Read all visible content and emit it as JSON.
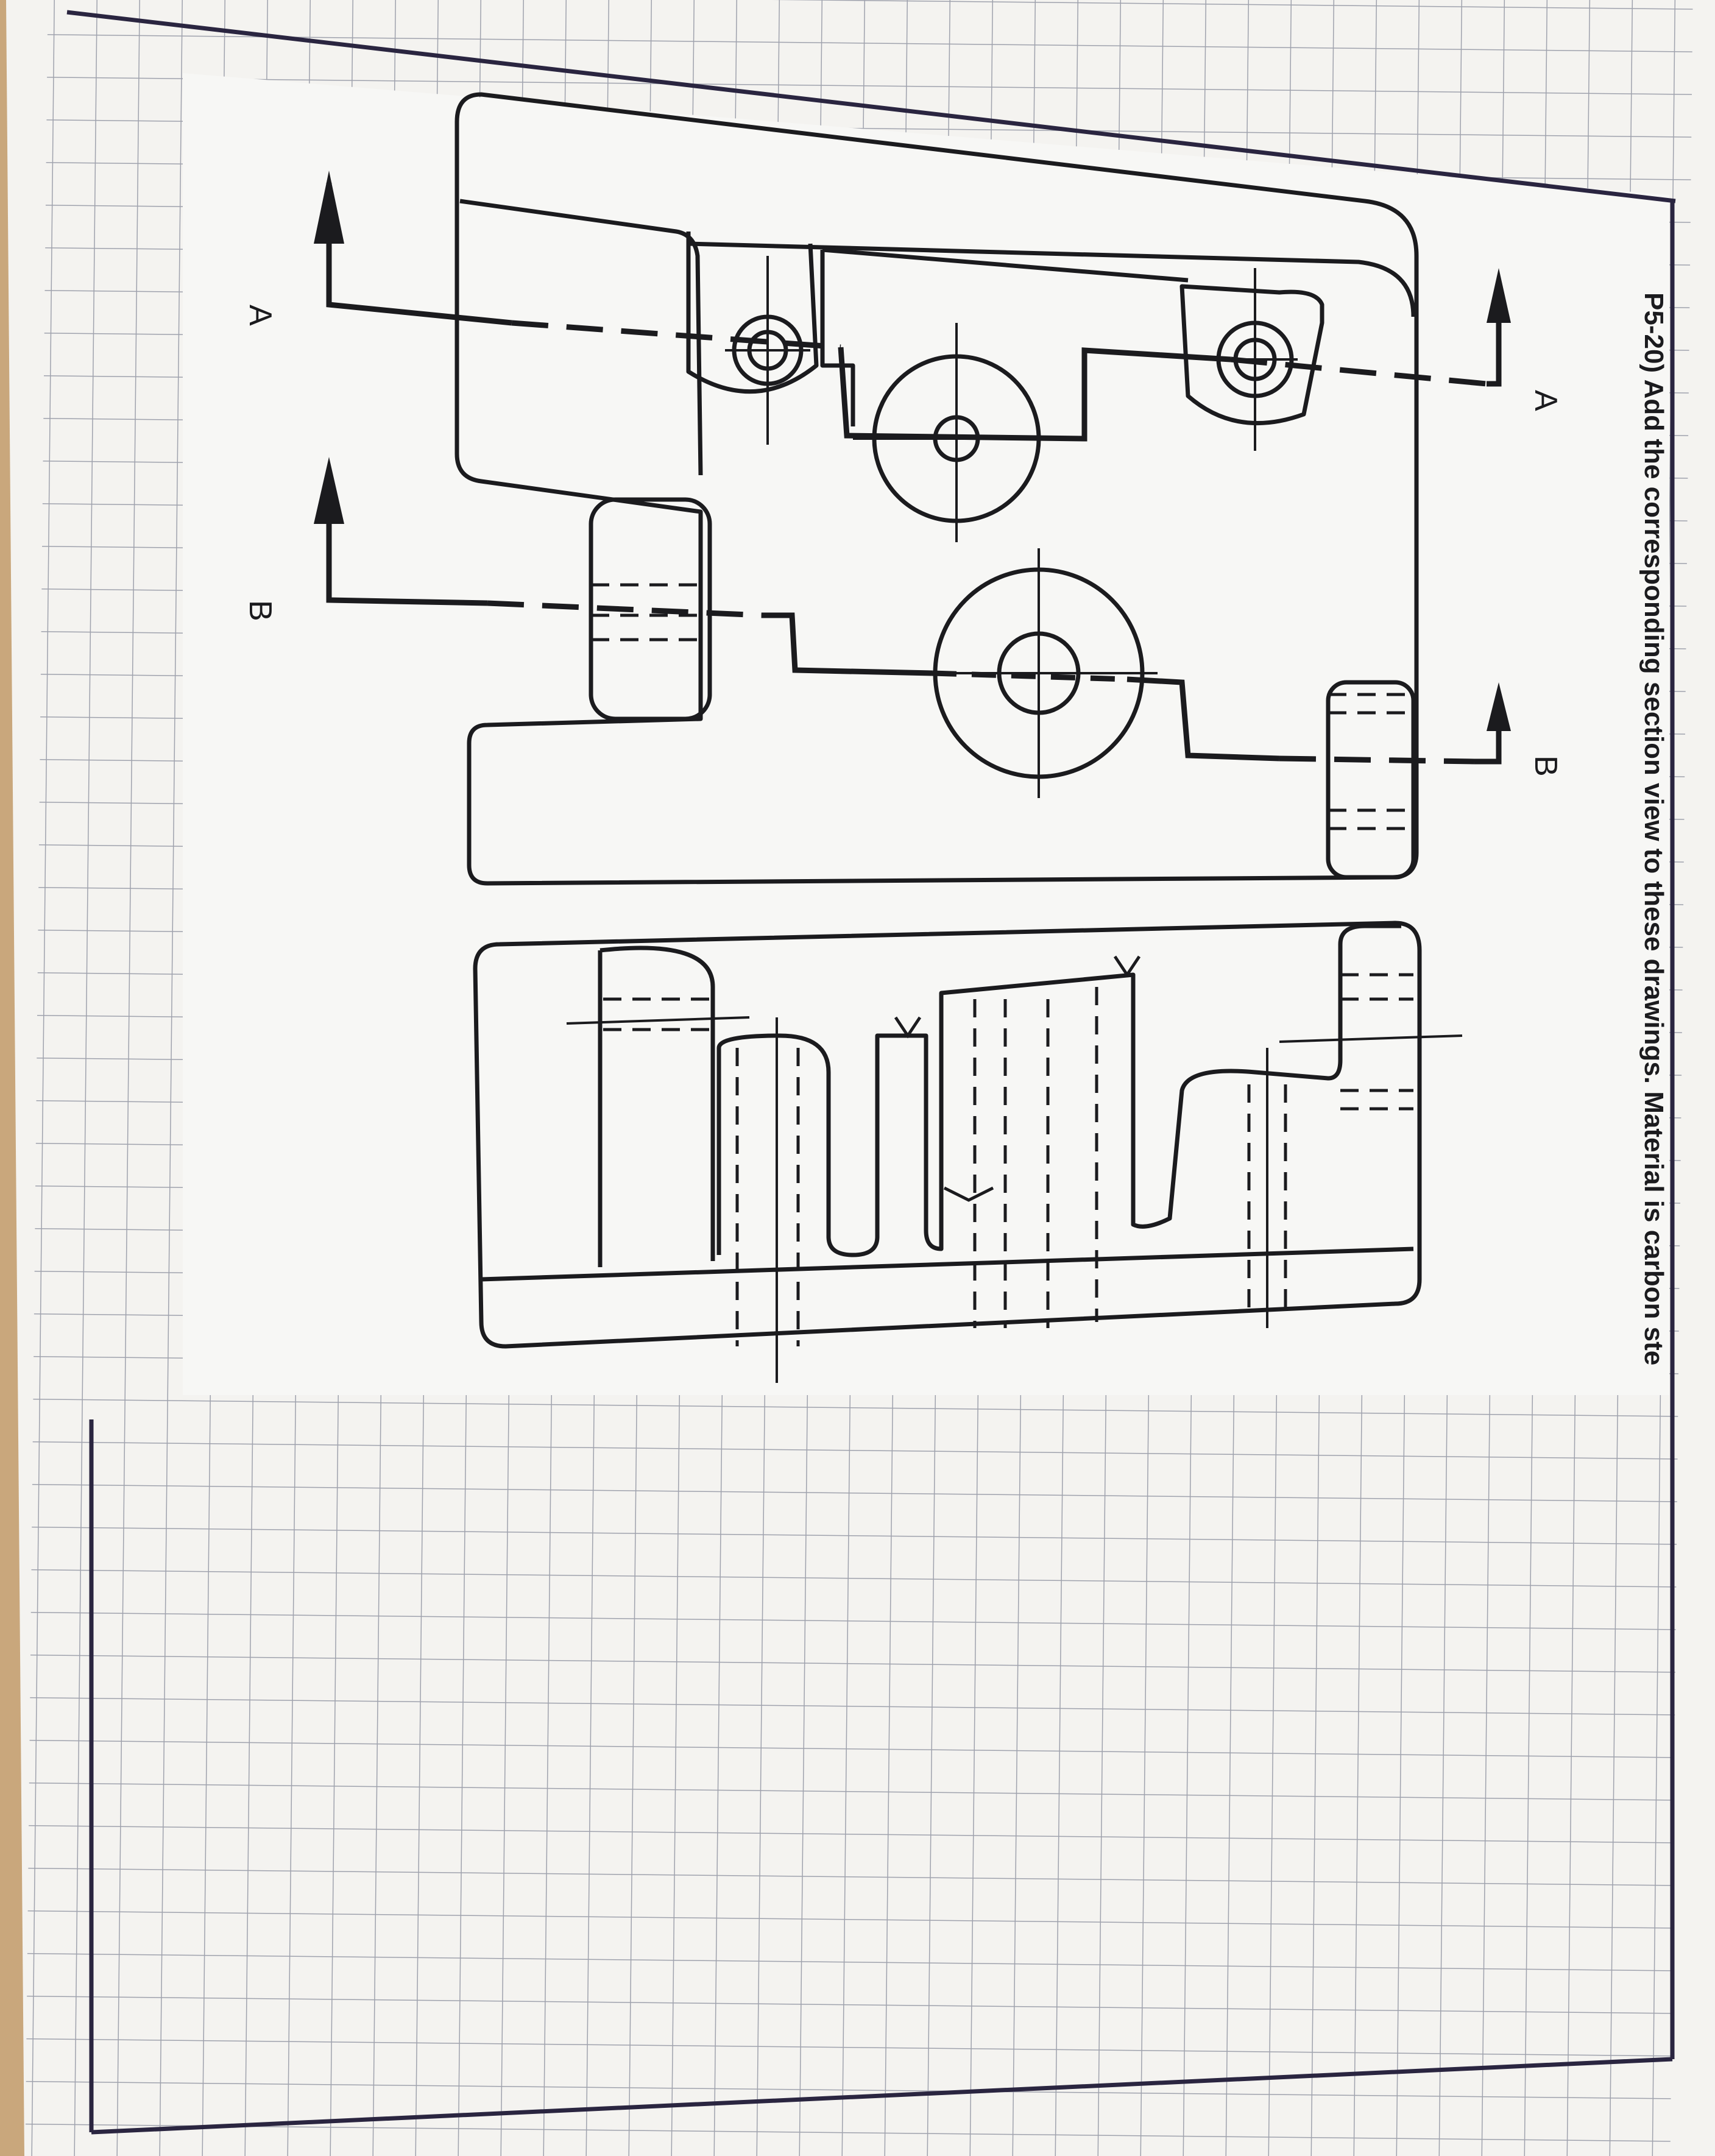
{
  "instruction": "P5-20) Add the corresponding section view to these drawings. Material is carbon ste",
  "section_labels": {
    "a": "A",
    "b": "B"
  },
  "colors": {
    "desk": "#c9a77c",
    "paper": "#f4f3f0",
    "grid": "#9fa2ad",
    "ink": "#1b1b1e",
    "border": "#2a2540"
  }
}
